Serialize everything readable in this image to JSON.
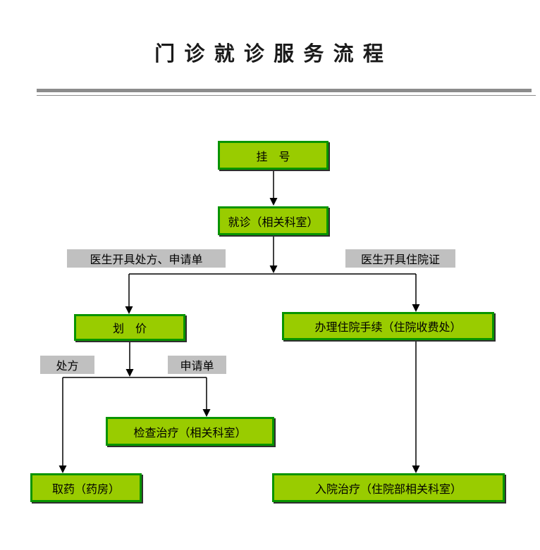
{
  "title": "门 诊 就 诊 服 务 流 程",
  "nodes": {
    "register": "挂　号",
    "visit": "就诊（相关科室）",
    "pricing": "划　价",
    "admission": "办理住院手续（住院收费处）",
    "exam": "检查治疗（相关科室）",
    "pharmacy": "取药（药房）",
    "inpatient": "入院治疗（住院部相关科室）"
  },
  "labels": {
    "doctor_prescription": "医生开具处方、申请单",
    "doctor_admission": "医生开具住院证",
    "prescription": "处方",
    "application": "申请单"
  },
  "edges": [
    {
      "from": "挂号",
      "to": "就诊（相关科室）"
    },
    {
      "from": "就诊（相关科室）",
      "to": "划价",
      "label": "医生开具处方、申请单"
    },
    {
      "from": "就诊（相关科室）",
      "to": "办理住院手续（住院收费处）",
      "label": "医生开具住院证"
    },
    {
      "from": "划价",
      "to": "取药（药房）",
      "label": "处方"
    },
    {
      "from": "划价",
      "to": "检查治疗（相关科室）",
      "label": "申请单"
    },
    {
      "from": "办理住院手续（住院收费处）",
      "to": "入院治疗（住院部相关科室）"
    }
  ],
  "colors": {
    "node_fill": "#99CC00",
    "node_border": "#089400",
    "node_shadow": "#2f2f2f",
    "label_bg": "#C0C0C0",
    "connector": "#000000",
    "divider": "#8c8c8c"
  }
}
